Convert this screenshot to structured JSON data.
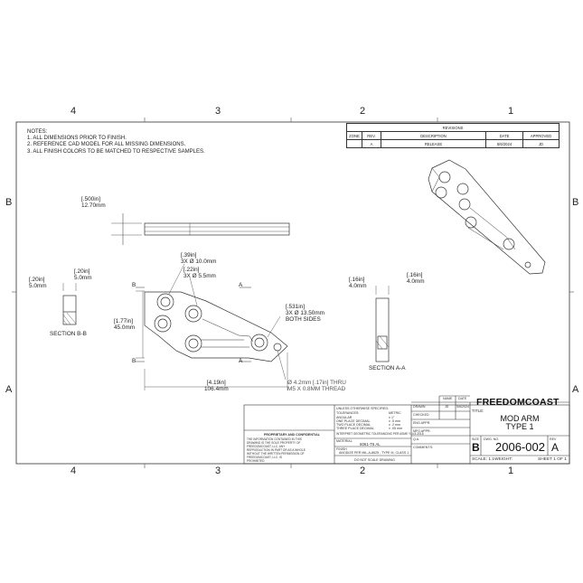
{
  "zones_top": [
    "4",
    "3",
    "2",
    "1"
  ],
  "zones_bottom": [
    "4",
    "3",
    "2",
    "1"
  ],
  "zones_side": [
    "B",
    "A"
  ],
  "notes": {
    "heading": "NOTES:",
    "items": [
      "1.    ALL DIMENSIONS PRIOR TO FINISH.",
      "2.    REFERENCE CAD MODEL FOR ALL MISSING DIMENSIONS.",
      "3.    ALL FINISH COLORS TO BE MATCHED TO RESPECTIVE SAMPLES."
    ]
  },
  "revisions": {
    "title": "REVISIONS",
    "headers": [
      "ZONE",
      "REV.",
      "DESCRIPTION",
      "DATE",
      "APPROVED"
    ],
    "rows": [
      [
        "",
        "A",
        "RELEASE",
        "5/6/2024",
        "JD"
      ]
    ]
  },
  "dimensions": {
    "thickness": [
      ".500in]",
      "12.70mm"
    ],
    "hole_big": [
      ".39in]",
      "3X  Ø 10.0mm"
    ],
    "hole_small": [
      ".22in]",
      "3X  Ø 5.5mm"
    ],
    "counterbore": [
      ".531in]",
      "3X  Ø 13.50mm",
      "BOTH SIDES"
    ],
    "height": [
      "1.77in]",
      "45.0mm"
    ],
    "length": [
      "4.19in]",
      "106.4mm"
    ],
    "thread": [
      "Ø 4.2mm [.17in] THRU",
      "M5 X 0.8MM THREAD"
    ],
    "section_b_width": [
      ".20in]",
      "5.0mm"
    ],
    "section_b_depth": [
      ".20in]",
      "5.0mm"
    ],
    "section_a_left": [
      ".16in]",
      "4.0mm"
    ],
    "section_a_right": [
      ".16in]",
      "4.0mm"
    ]
  },
  "section_labels": {
    "b_b": "SECTION B-B",
    "a_a": "SECTION A-A",
    "b_mark": "B",
    "a_mark": "A"
  },
  "title_block": {
    "company": "FREEDOMCOAST",
    "title_label": "TITLE:",
    "title_line1": "MOD ARM",
    "title_line2": "TYPE 1",
    "size_label": "SIZE",
    "size": "B",
    "dwg_label": "DWG.  NO.",
    "dwg_no": "2006-002",
    "rev_label": "REV",
    "rev": "A",
    "scale": "SCALE: 1:1",
    "weight": "WEIGHT:",
    "sheet": "SHEET 1 OF 1",
    "name_header": "NAME",
    "date_header": "DATE",
    "drawn_label": "DRAWN",
    "drawn_name": "JD",
    "drawn_date": "5/6/2024",
    "checked_label": "CHECKED",
    "eng_label": "ENG APPR.",
    "mfg_label": "MFG APPR.",
    "qa_label": "Q.A.",
    "comments_label": "COMMENTS:",
    "tolerance_heading": "UNLESS OTHERWISE SPECIFIED:",
    "tolerance_col1": "TOLERANCES:",
    "tolerance_col2": "METRIC",
    "tol_rows": [
      [
        "ANGULAR",
        "± 1°"
      ],
      [
        "ONE PLACE DECIMAL",
        "± .5 mm"
      ],
      [
        "TWO PLACE DECIMAL",
        "± .2 mm"
      ],
      [
        "THREE PLACE DECIMAL",
        "± .05 mm"
      ]
    ],
    "geo_note": "INTERPRET GEOMETRIC TOLERANCING PER ASME Y14.5-2018",
    "material_label": "MATERIAL",
    "material": "6061-T6 AL",
    "finish_label": "FINISH",
    "finish": "ANODIZE PER MIL-A-8625 , TYPE III, CLASS 1",
    "do_not_scale": "DO NOT SCALE DRAWING",
    "proprietary_heading": "PROPRIETARY AND CONFIDENTIAL",
    "proprietary_text": [
      "THE INFORMATION CONTAINED IN THIS",
      "DRAWING IS THE SOLE PROPERTY OF",
      "FREEDOMCOAST, LLC.  ANY",
      "REPRODUCTION IN PART OR AS A WHOLE",
      "WITHOUT THE WRITTEN PERMISSION OF",
      "FREEDOMCOAST, LLC. IS",
      "PROHIBITED."
    ]
  }
}
